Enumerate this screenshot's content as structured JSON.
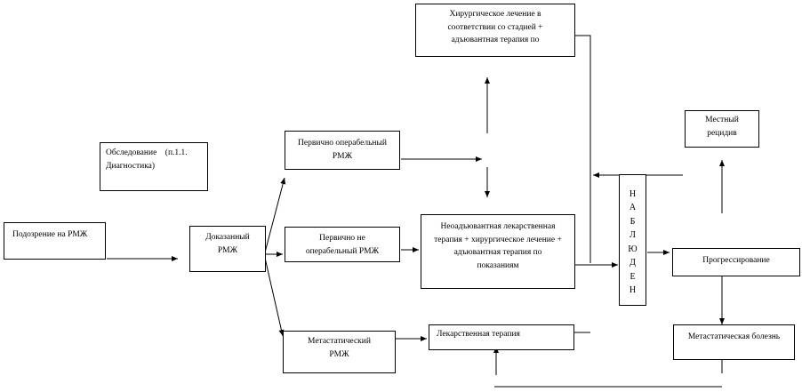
{
  "boxes": {
    "surgery": {
      "lines": [
        "Хирургическое лечение в",
        "соответствии со стадией +",
        "адъювантная терапия по"
      ]
    },
    "exam": {
      "line1_a": "Обследование",
      "line1_b": "(п.1.1.",
      "line2": "Диагностика)"
    },
    "suspicion": {
      "lines": [
        "Подозрение на РМЖ"
      ]
    },
    "proven": {
      "lines": [
        "Доказанный",
        "РМЖ"
      ]
    },
    "operable": {
      "lines": [
        "Первично операбельный",
        "РМЖ"
      ]
    },
    "inoperable": {
      "lines": [
        "Первично не",
        "операбельный РМЖ"
      ]
    },
    "neoadjuvant": {
      "lines": [
        "Неоадъювантная лекарственная",
        "терапия + хирургическое лечение +",
        "адъювантная терапия по",
        "показаниям"
      ]
    },
    "metastatic": {
      "lines": [
        "Метастатический",
        "РМЖ"
      ]
    },
    "drug": {
      "lines": [
        "Лекарственная терапия"
      ]
    },
    "local_relapse": {
      "lines": [
        "Местный",
        "рецидив"
      ]
    },
    "progression": {
      "lines": [
        "Прогрессирование"
      ]
    },
    "metastatic_disease": {
      "lines": [
        "Метастатическая болезнь"
      ]
    },
    "observation": {
      "letters": [
        "Н",
        "А",
        "Б",
        "Л",
        "Ю",
        "Д",
        "Е",
        "Н"
      ]
    }
  }
}
